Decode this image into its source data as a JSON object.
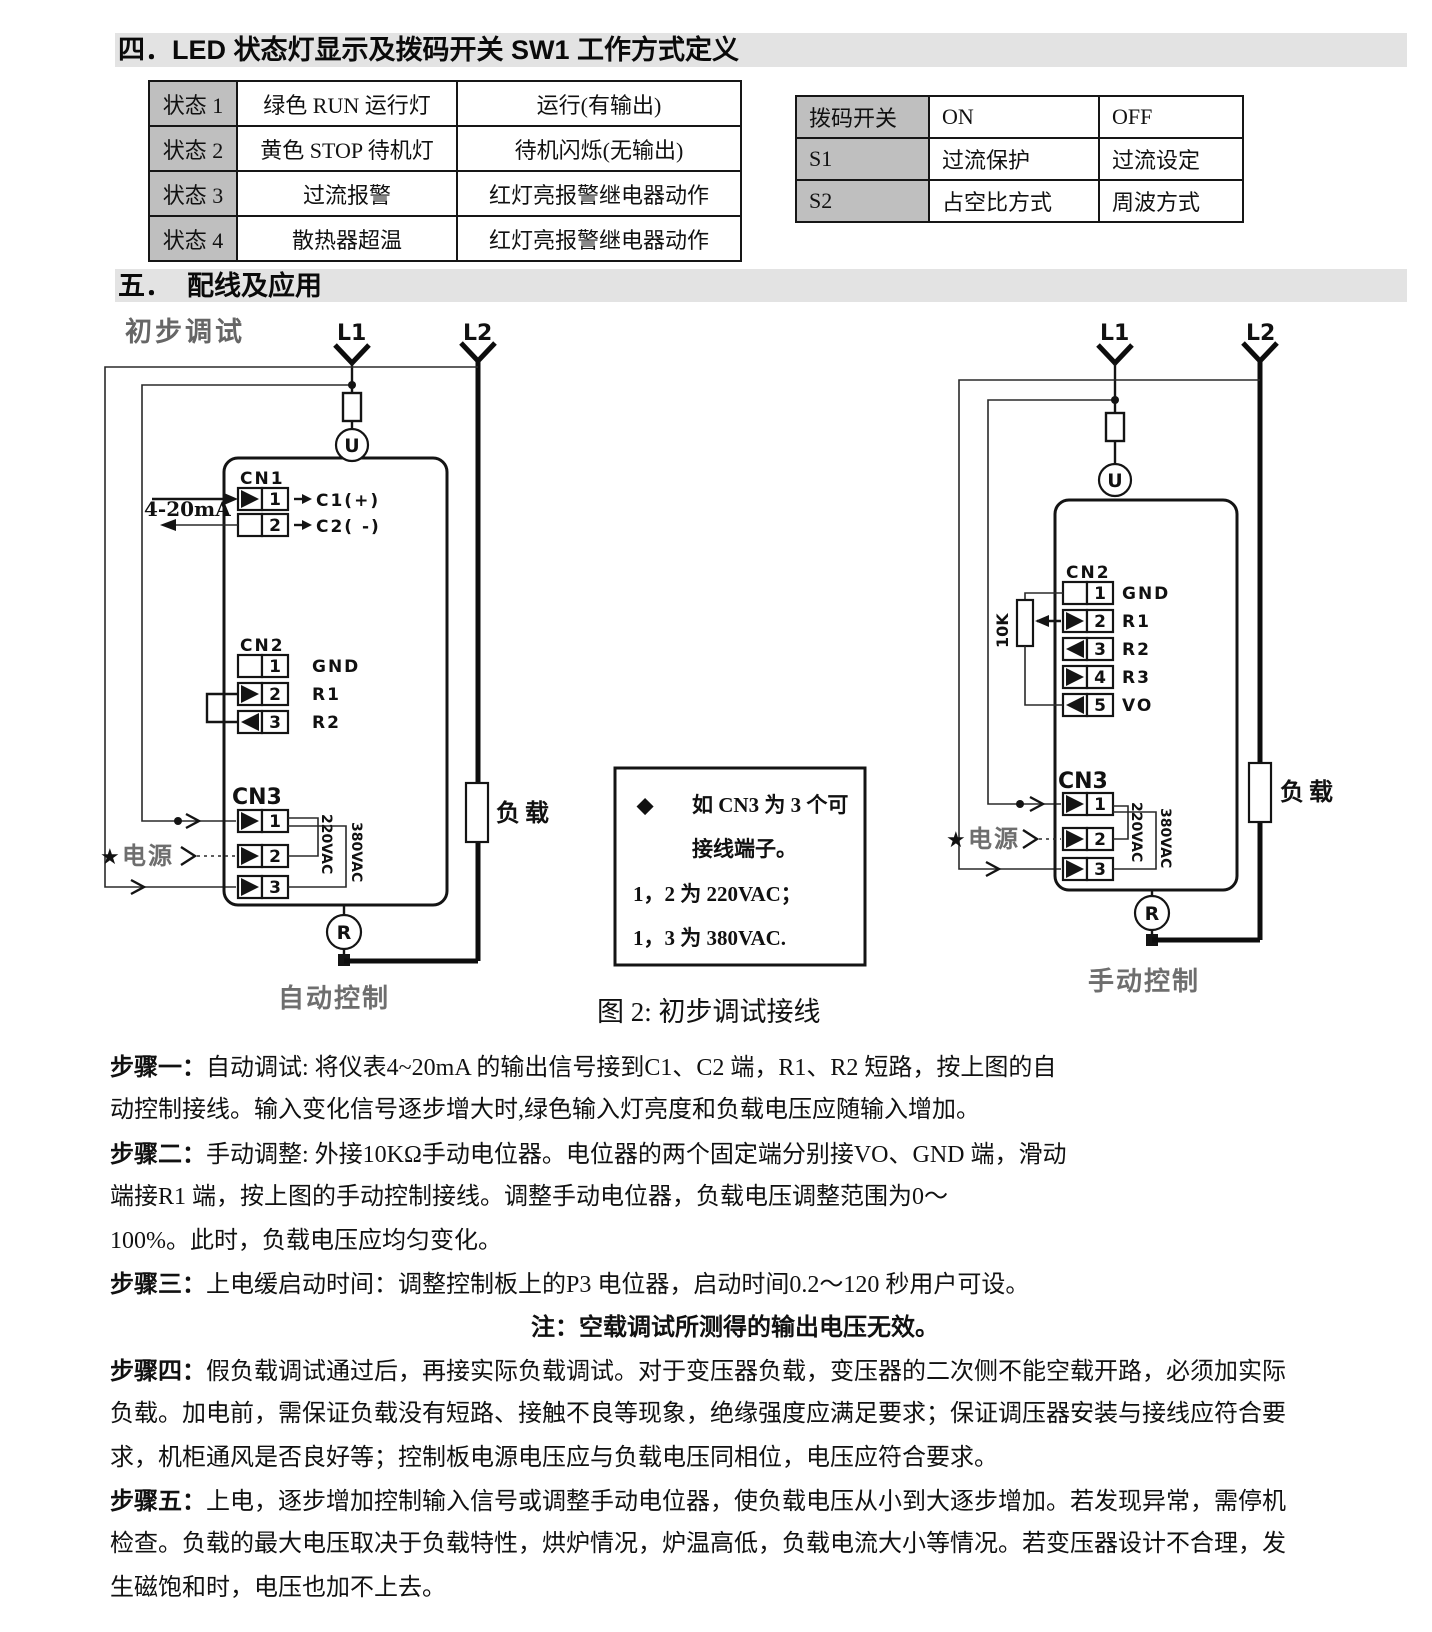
{
  "section4": {
    "title": "四．LED 状态灯显示及拨码开关 SW1 工作方式定义",
    "status_table": {
      "rows": [
        [
          "状态 1",
          "绿色 RUN 运行灯",
          "运行(有输出)"
        ],
        [
          "状态 2",
          "黄色 STOP 待机灯",
          "待机闪烁(无输出)"
        ],
        [
          "状态 3",
          "过流报警",
          "红灯亮报警继电器动作"
        ],
        [
          "状态 4",
          "散热器超温",
          "红灯亮报警继电器动作"
        ]
      ]
    },
    "dip_table": {
      "header": [
        "拨码开关",
        "ON",
        "OFF"
      ],
      "rows": [
        [
          "S1",
          "过流保护",
          "过流设定"
        ],
        [
          "S2",
          "占空比方式",
          "周波方式"
        ]
      ]
    }
  },
  "section5": {
    "title": "五．  配线及应用",
    "figure_caption": "图 2: 初步调试接线",
    "note_box": {
      "bullet": "◆",
      "line1": "如 CN3 为 3 个可",
      "line2": "接线端子。",
      "line3": "1，2 为 220VAC；",
      "line4": "1，3 为 380VAC."
    }
  },
  "labels": {
    "preliminary": "初步调试",
    "auto": "自动控制",
    "manual": "手动控制",
    "l1": "L1",
    "l2": "L2",
    "u": "U",
    "r": "R",
    "cn1": "CN1",
    "cn2": "CN2",
    "cn3": "CN3",
    "n1": "1",
    "n2": "2",
    "n3": "3",
    "n4": "4",
    "n5": "5",
    "gnd": "GND",
    "r1": "R1",
    "r2": "R2",
    "r3": "R3",
    "vo": "VO",
    "c1": "C1(+)",
    "c2": "C2( -)",
    "signal": "4-20mA",
    "pot": "10K",
    "v220": "220VAC",
    "v380": "380VAC",
    "power": "电源",
    "load": "负载",
    "star": "★"
  },
  "body": {
    "lines": [
      {
        "lead": "步骤一：",
        "text": "自动调试: 将仪表4~20mA 的输出信号接到C1、C2 端，R1、R2 短路，按上图的自"
      },
      {
        "text": "动控制接线。输入变化信号逐步增大时,绿色输入灯亮度和负载电压应随输入增加。"
      },
      {
        "lead": "步骤二：",
        "text": "手动调整: 外接10KΩ手动电位器。电位器的两个固定端分别接VO、GND 端，滑动"
      },
      {
        "text": "端接R1 端，按上图的手动控制接线。调整手动电位器，负载电压调整范围为0～"
      },
      {
        "text": "100%。此时，负载电压应均匀变化。"
      },
      {
        "lead": "步骤三：",
        "text": "上电缓启动时间：调整控制板上的P3 电位器，启动时间0.2～120 秒用户可设。"
      },
      {
        "text": "注：空载调试所测得的输出电压无效。",
        "center": true
      },
      {
        "lead": "步骤四：",
        "text": "假负载调试通过后，再接实际负载调试。对于变压器负载，变压器的二次侧不能空载开路，必须加实际"
      },
      {
        "text": "负载。加电前，需保证负载没有短路、接触不良等现象，绝缘强度应满足要求；保证调压器安装与接线应符合要"
      },
      {
        "text": "求，机柜通风是否良好等；控制板电源电压应与负载电压同相位，电压应符合要求。"
      },
      {
        "lead": "步骤五：",
        "text": "上电，逐步增加控制输入信号或调整手动电位器，使负载电压从小到大逐步增加。若发现异常，需停机"
      },
      {
        "text": "检查。负载的最大电压取决于负载特性，烘炉情况，炉温高低，负载电流大小等情况。若变压器设计不合理，发"
      },
      {
        "text": "生磁饱和时，电压也加不上去。"
      }
    ]
  },
  "colors": {
    "header_bar": "#e3e3e3",
    "table_gray": "#bfbfbf",
    "ink": "#111111",
    "gray_text": "#6e6e6e"
  }
}
